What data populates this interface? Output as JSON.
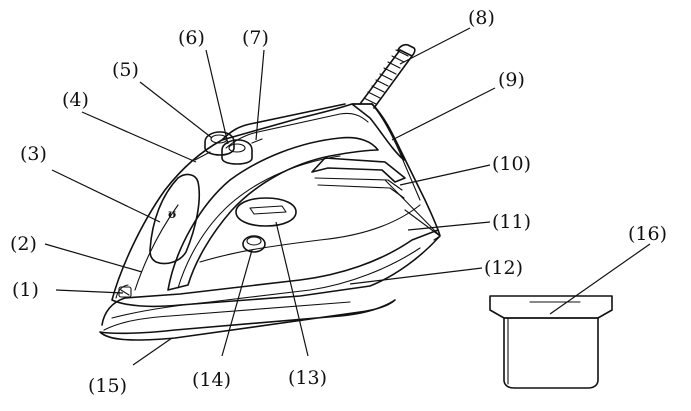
{
  "diagram": {
    "callouts": [
      {
        "id": "1",
        "label": "(1)"
      },
      {
        "id": "2",
        "label": "(2)"
      },
      {
        "id": "3",
        "label": "(3)"
      },
      {
        "id": "4",
        "label": "(4)"
      },
      {
        "id": "5",
        "label": "(5)"
      },
      {
        "id": "6",
        "label": "(6)"
      },
      {
        "id": "7",
        "label": "(7)"
      },
      {
        "id": "8",
        "label": "(8)"
      },
      {
        "id": "9",
        "label": "(9)"
      },
      {
        "id": "10",
        "label": "(10)"
      },
      {
        "id": "11",
        "label": "(11)"
      },
      {
        "id": "12",
        "label": "(12)"
      },
      {
        "id": "13",
        "label": "(13)"
      },
      {
        "id": "14",
        "label": "(14)"
      },
      {
        "id": "15",
        "label": "(15)"
      },
      {
        "id": "16",
        "label": "(16)"
      }
    ],
    "line_color": "#111111",
    "background": "#ffffff"
  }
}
